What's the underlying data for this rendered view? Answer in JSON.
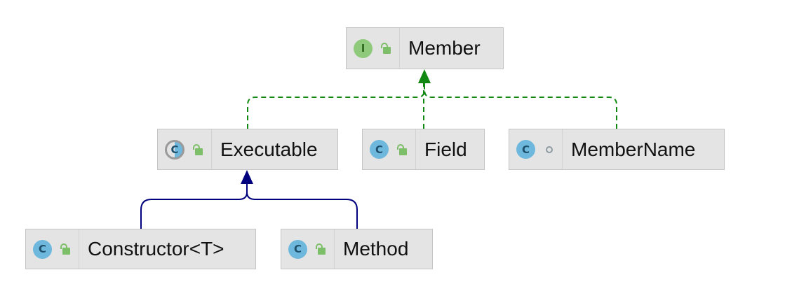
{
  "nodes": [
    {
      "id": "member",
      "label": "Member",
      "kind": "interface",
      "kind_glyph": "I",
      "visibility": "public"
    },
    {
      "id": "executable",
      "label": "Executable",
      "kind": "abstract-class",
      "kind_glyph": "C",
      "visibility": "public"
    },
    {
      "id": "field",
      "label": "Field",
      "kind": "class",
      "kind_glyph": "C",
      "visibility": "public"
    },
    {
      "id": "membername",
      "label": "MemberName",
      "kind": "class",
      "kind_glyph": "C",
      "visibility": "package-private"
    },
    {
      "id": "constructor",
      "label": "Constructor<T>",
      "kind": "class",
      "kind_glyph": "C",
      "visibility": "public"
    },
    {
      "id": "method",
      "label": "Method",
      "kind": "class",
      "kind_glyph": "C",
      "visibility": "public"
    }
  ],
  "edges": [
    {
      "from": "executable",
      "to": "member",
      "type": "implements",
      "style": "dashed",
      "color": "#118811"
    },
    {
      "from": "field",
      "to": "member",
      "type": "implements",
      "style": "dashed",
      "color": "#118811"
    },
    {
      "from": "membername",
      "to": "member",
      "type": "implements",
      "style": "dashed",
      "color": "#118811"
    },
    {
      "from": "constructor",
      "to": "executable",
      "type": "extends",
      "style": "solid",
      "color": "#00007f"
    },
    {
      "from": "method",
      "to": "executable",
      "type": "extends",
      "style": "solid",
      "color": "#00007f"
    }
  ],
  "colors": {
    "implements": "#118811",
    "extends": "#00007f",
    "node_bg": "#e4e4e4",
    "interface_icon": "#8fc97b",
    "class_icon": "#6db8dc"
  }
}
